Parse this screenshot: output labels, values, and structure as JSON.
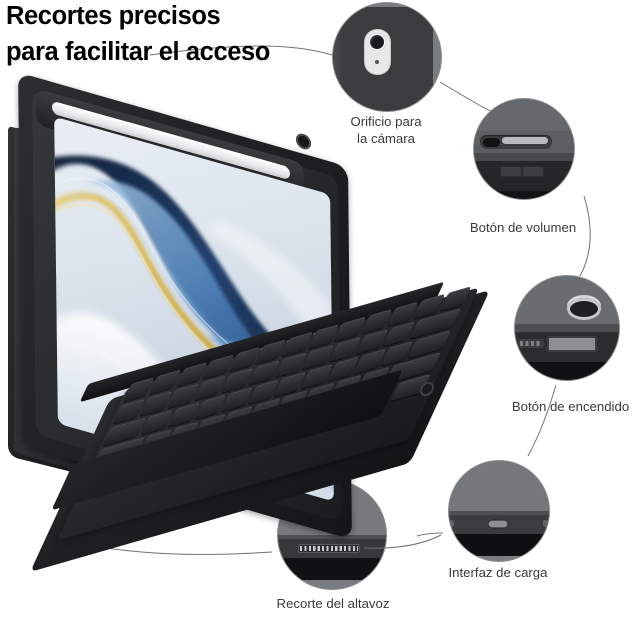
{
  "headline": {
    "line1": "Recortes precisos",
    "line2": "para facilitar el acceso"
  },
  "callouts": [
    {
      "id": "camera",
      "label": "Orificio para",
      "label_line2": "la cámara",
      "icon": "camera-module-icon"
    },
    {
      "id": "volume",
      "label": "Botón de volumen",
      "icon": "volume-rocker-icon"
    },
    {
      "id": "power",
      "label": "Botón de encendido",
      "icon": "power-button-icon"
    },
    {
      "id": "charging",
      "label": "Interfaz de carga",
      "icon": "usb-c-port-icon"
    },
    {
      "id": "speaker",
      "label": "Recorte del altavoz",
      "icon": "speaker-grille-icon"
    }
  ],
  "product": {
    "device": "tablet-with-keyboard-folio-case",
    "stylus": "white-stylus",
    "wallpaper": "abstract-flowing-wave"
  },
  "colors": {
    "headline": "#000000",
    "label": "#3a3a3a",
    "circle_stroke": "#8c8c8c",
    "case_dark": "#1c1e20",
    "device_gray": "#76797c",
    "wallpaper_navy": "#1c3358",
    "wallpaper_blue": "#4a7fb5",
    "wallpaper_gold": "#d9b84a",
    "wallpaper_light": "#e9eef4",
    "background": "#ffffff"
  }
}
